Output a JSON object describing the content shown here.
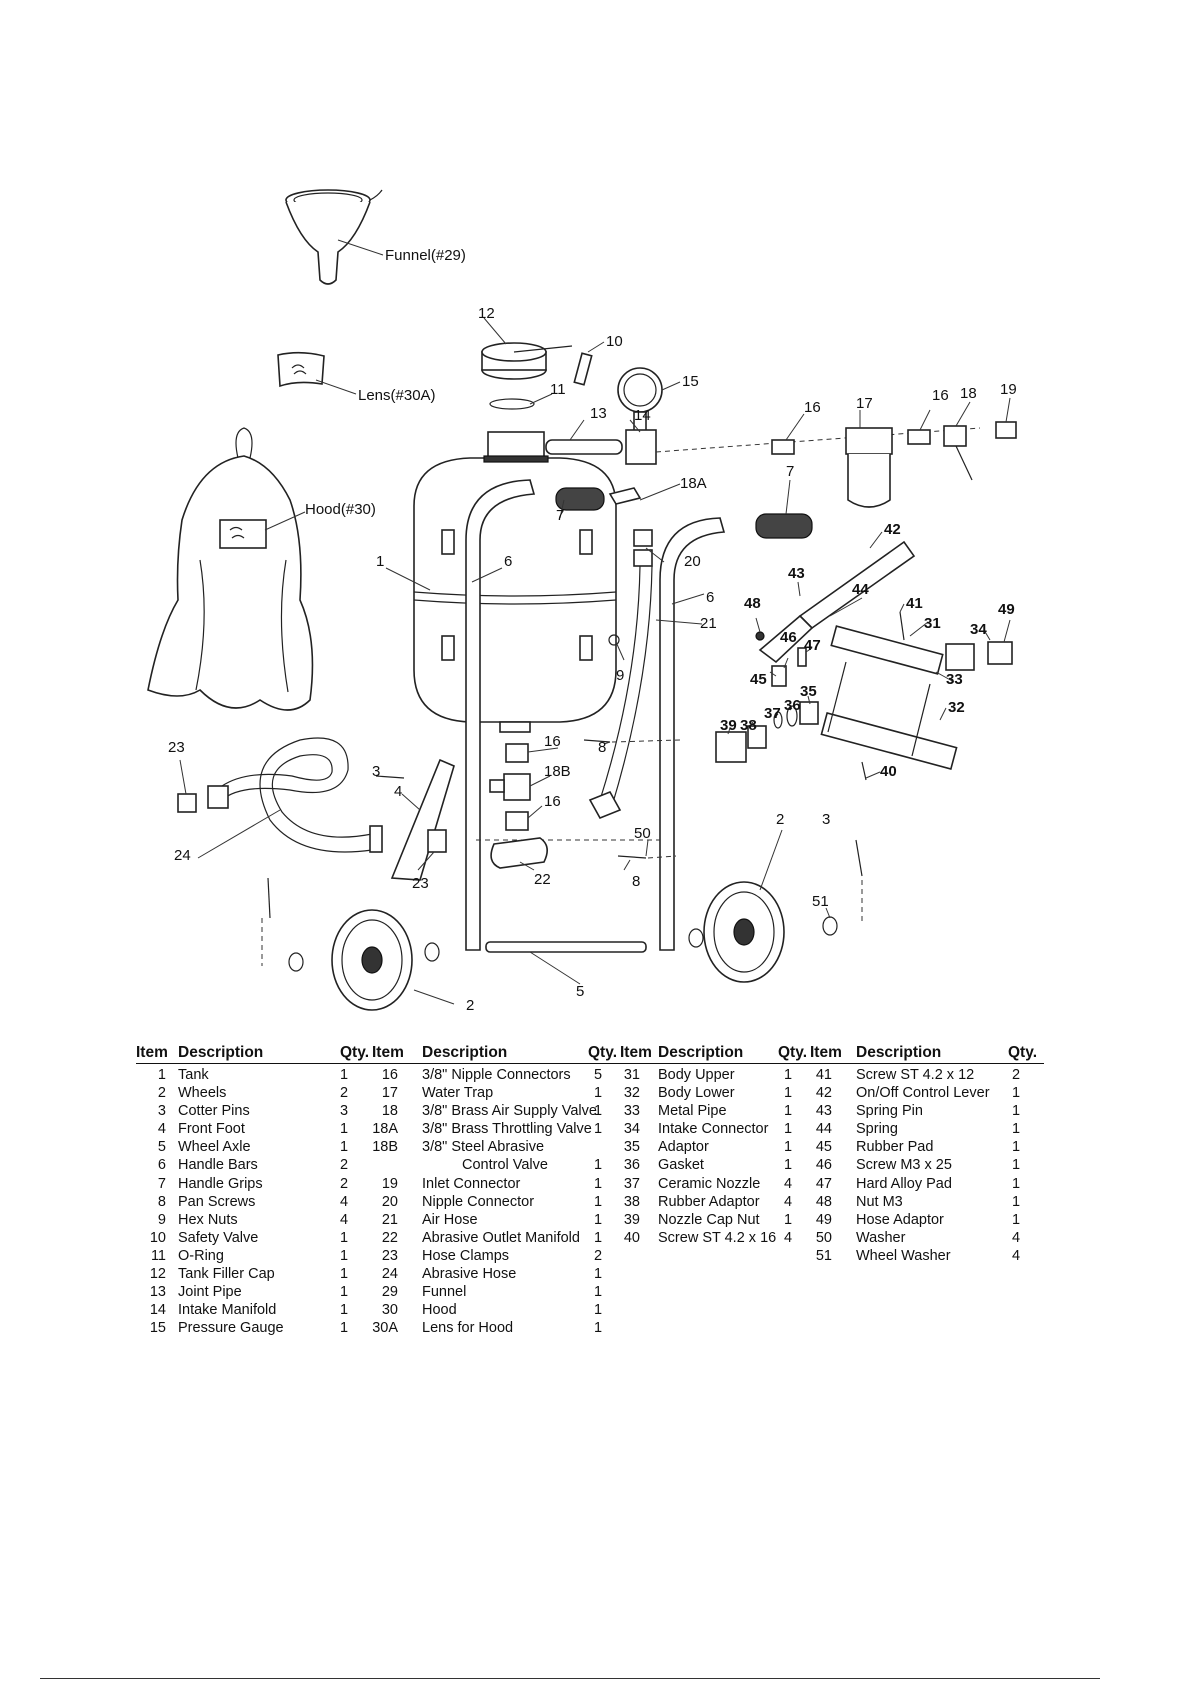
{
  "diagram": {
    "labels": {
      "funnel": "Funnel(#29)",
      "lens": "Lens(#30A)",
      "hood": "Hood(#30)",
      "n1": "1",
      "n2": "2",
      "n3": "3",
      "n4": "4",
      "n5": "5",
      "n6": "6",
      "n7": "7",
      "n8": "8",
      "n9": "9",
      "n10": "10",
      "n11": "11",
      "n12": "12",
      "n13": "13",
      "n14": "14",
      "n15": "15",
      "n16": "16",
      "n17": "17",
      "n18": "18",
      "n18a": "18A",
      "n18b": "18B",
      "n19": "19",
      "n20": "20",
      "n21": "21",
      "n22": "22",
      "n23": "23",
      "n24": "24",
      "n31": "31",
      "n32": "32",
      "n33": "33",
      "n34": "34",
      "n35": "35",
      "n36": "36",
      "n37": "37",
      "n38": "38",
      "n39": "39",
      "n40": "40",
      "n41": "41",
      "n42": "42",
      "n43": "43",
      "n44": "44",
      "n45": "45",
      "n46": "46",
      "n47": "47",
      "n48": "48",
      "n49": "49",
      "n50": "50",
      "n51": "51"
    }
  },
  "table": {
    "headers": {
      "item": "Item",
      "description": "Description",
      "qty": "Qty."
    },
    "columns": [
      [
        {
          "item": "1",
          "description": "Tank",
          "qty": "1"
        },
        {
          "item": "2",
          "description": "Wheels",
          "qty": "2"
        },
        {
          "item": "3",
          "description": "Cotter Pins",
          "qty": "3"
        },
        {
          "item": "4",
          "description": "Front Foot",
          "qty": "1"
        },
        {
          "item": "5",
          "description": "Wheel Axle",
          "qty": "1"
        },
        {
          "item": "6",
          "description": "Handle Bars",
          "qty": "2"
        },
        {
          "item": "7",
          "description": "Handle Grips",
          "qty": "2"
        },
        {
          "item": "8",
          "description": "Pan Screws",
          "qty": "4"
        },
        {
          "item": "9",
          "description": "Hex Nuts",
          "qty": "4"
        },
        {
          "item": "10",
          "description": "Safety Valve",
          "qty": "1"
        },
        {
          "item": "11",
          "description": "O-Ring",
          "qty": "1"
        },
        {
          "item": "12",
          "description": "Tank Filler Cap",
          "qty": "1"
        },
        {
          "item": "13",
          "description": "Joint Pipe",
          "qty": "1"
        },
        {
          "item": "14",
          "description": "Intake Manifold",
          "qty": "1"
        },
        {
          "item": "15",
          "description": "Pressure Gauge",
          "qty": "1"
        }
      ],
      [
        {
          "item": "16",
          "description": "3/8\" Nipple Connectors",
          "qty": "5"
        },
        {
          "item": "17",
          "description": "Water Trap",
          "qty": "1"
        },
        {
          "item": "18",
          "description": "3/8\" Brass Air Supply Valve",
          "qty": "1"
        },
        {
          "item": "18A",
          "description": "3/8\" Brass Throttling Valve",
          "qty": "1"
        },
        {
          "item": "18B",
          "description": "3/8\" Steel Abrasive",
          "qty": ""
        },
        {
          "item": "",
          "description": "Control Valve",
          "qty": "1",
          "indent": true
        },
        {
          "item": "19",
          "description": "Inlet Connector",
          "qty": "1"
        },
        {
          "item": "20",
          "description": "Nipple Connector",
          "qty": "1"
        },
        {
          "item": "21",
          "description": "Air Hose",
          "qty": "1"
        },
        {
          "item": "22",
          "description": "Abrasive Outlet Manifold",
          "qty": "1"
        },
        {
          "item": "23",
          "description": "Hose Clamps",
          "qty": "2"
        },
        {
          "item": "24",
          "description": "Abrasive Hose",
          "qty": "1"
        },
        {
          "item": "29",
          "description": "Funnel",
          "qty": "1"
        },
        {
          "item": "30",
          "description": "Hood",
          "qty": "1"
        },
        {
          "item": "30A",
          "description": "Lens for Hood",
          "qty": "1"
        }
      ],
      [
        {
          "item": "31",
          "description": "Body Upper",
          "qty": "1"
        },
        {
          "item": "32",
          "description": "Body Lower",
          "qty": "1"
        },
        {
          "item": "33",
          "description": "Metal Pipe",
          "qty": "1"
        },
        {
          "item": "34",
          "description": "Intake Connector",
          "qty": "1"
        },
        {
          "item": "35",
          "description": "Adaptor",
          "qty": "1"
        },
        {
          "item": "36",
          "description": "Gasket",
          "qty": "1"
        },
        {
          "item": "37",
          "description": "Ceramic Nozzle",
          "qty": "4"
        },
        {
          "item": "38",
          "description": "Rubber Adaptor",
          "qty": "4"
        },
        {
          "item": "39",
          "description": "Nozzle Cap Nut",
          "qty": "1"
        },
        {
          "item": "40",
          "description": "Screw ST 4.2 x 16",
          "qty": "4"
        }
      ],
      [
        {
          "item": "41",
          "description": "Screw ST 4.2 x 12",
          "qty": "2"
        },
        {
          "item": "42",
          "description": "On/Off Control Lever",
          "qty": "1"
        },
        {
          "item": "43",
          "description": "Spring Pin",
          "qty": "1"
        },
        {
          "item": "44",
          "description": "Spring",
          "qty": "1"
        },
        {
          "item": "45",
          "description": "Rubber Pad",
          "qty": "1"
        },
        {
          "item": "46",
          "description": "Screw M3 x 25",
          "qty": "1"
        },
        {
          "item": "47",
          "description": "Hard Alloy Pad",
          "qty": "1"
        },
        {
          "item": "48",
          "description": "Nut M3",
          "qty": "1"
        },
        {
          "item": "49",
          "description": "Hose Adaptor",
          "qty": "1"
        },
        {
          "item": "50",
          "description": "Washer",
          "qty": "4"
        },
        {
          "item": "51",
          "description": "Wheel Washer",
          "qty": "4"
        }
      ]
    ]
  }
}
